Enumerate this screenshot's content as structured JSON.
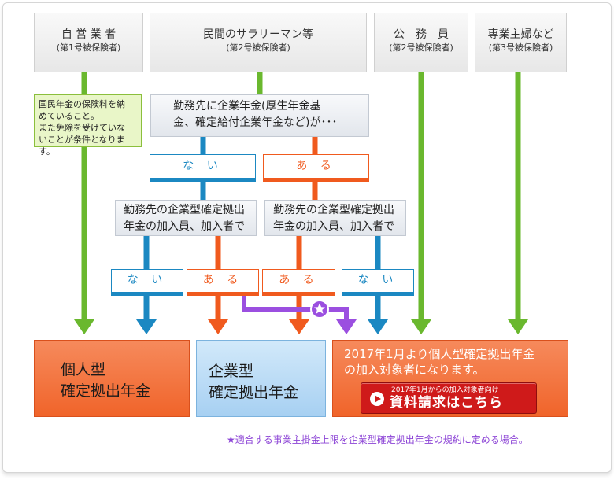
{
  "headers": [
    {
      "title": "自 営 業 者",
      "sub": "(第1号被保険者)"
    },
    {
      "title": "民間のサラリーマン等",
      "sub": "(第2号被保険者)"
    },
    {
      "title": "公　務　員",
      "sub": "(第2号被保険者)"
    },
    {
      "title": "専業主婦など",
      "sub": "(第3号被保険者)"
    }
  ],
  "note_lines": [
    "国民年金の保険料を納",
    "めていること。",
    "また免除を受けていな",
    "いことが条件となります。"
  ],
  "question1_lines": [
    "勤務先に企業年金(厚生年金基",
    "金、確定給付企業年金など)が･･･"
  ],
  "question2_lines": [
    "勤務先の企業型確定拠出",
    "年金の加入員、加入者で"
  ],
  "question3_lines": [
    "勤務先の企業型確定拠出",
    "年金の加入員、加入者で"
  ],
  "labels": {
    "nai": "な い",
    "aru": "あ る"
  },
  "results": {
    "r1_lines": [
      "個人型",
      "確定拠出年金"
    ],
    "r2_lines": [
      "企業型",
      "確定拠出年金"
    ],
    "r3_lines": [
      "2017年1月より個人型確定拠出年金",
      "の加入対象者になります。"
    ]
  },
  "button": {
    "small": "2017年1月からの加入対象者向け",
    "big": "資料請求はこちら"
  },
  "footnote": "★適合する事業主掛金上限を企業型確定拠出年金の規約に定める場合。",
  "colors": {
    "green": "#6ab82e",
    "blue": "#1b88c2",
    "orange": "#f05a1e",
    "purple": "#9b4fe0"
  }
}
